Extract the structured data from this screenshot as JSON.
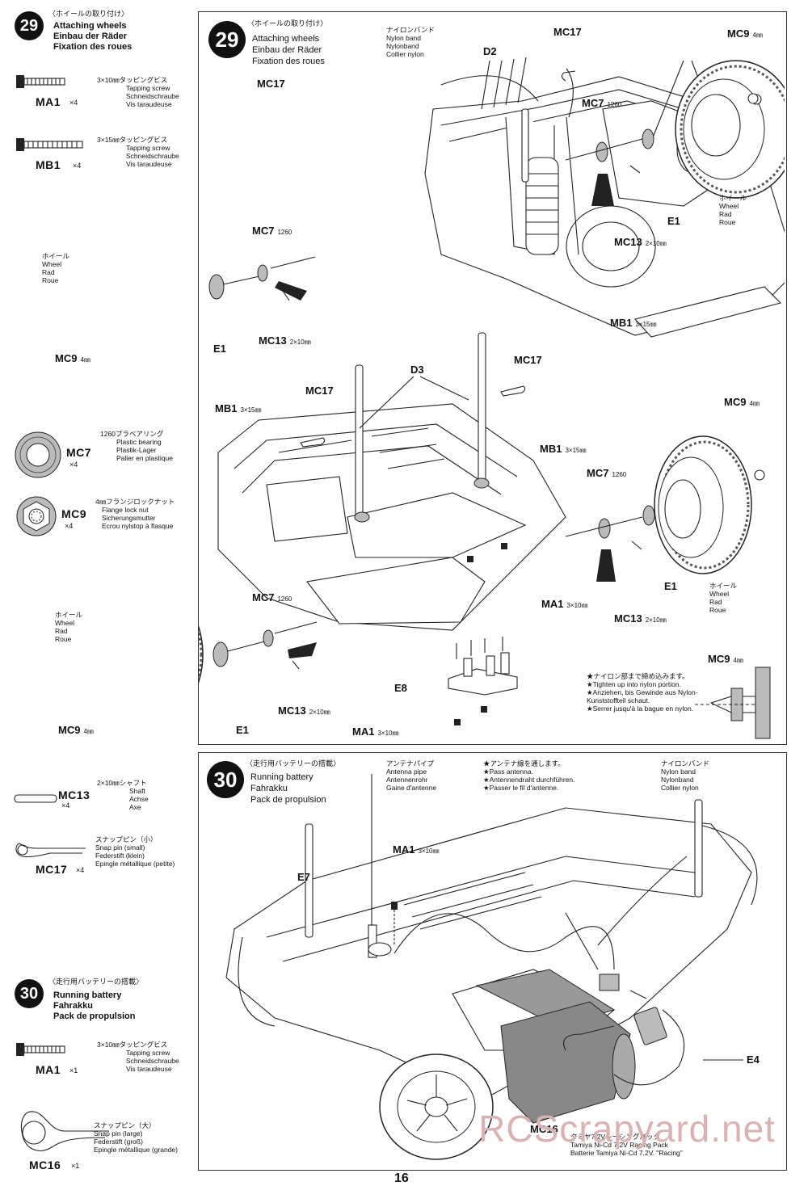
{
  "sidebar": {
    "step29": {
      "number": "29",
      "jp_title": "〈ホイールの取り付け〉",
      "title_en": "Attaching wheels",
      "title_de": "Einbau der Räder",
      "title_fr": "Fixation des roues",
      "parts": [
        {
          "code": "MA1",
          "qty": "×4",
          "jp": "3×10㎜タッピングビス",
          "en": "Tapping screw",
          "de": "Schneidschraube",
          "fr": "Vis taraudeuse"
        },
        {
          "code": "MB1",
          "qty": "×4",
          "jp": "3×15㎜タッピングビス",
          "en": "Tapping screw",
          "de": "Schneidschraube",
          "fr": "Vis taraudeuse"
        },
        {
          "code": "MC7",
          "qty": "×4",
          "jp": "1260プラベアリング",
          "en": "Plastic bearing",
          "de": "Plastik-Lager",
          "fr": "Palier en plastique"
        },
        {
          "code": "MC9",
          "qty": "×4",
          "jp": "4㎜フランジロックナット",
          "en": "Flange lock nut",
          "de": "Sicherungsmutter",
          "fr": "Ecrou nylstop à flasque"
        },
        {
          "code": "MC13",
          "qty": "×4",
          "jp": "2×10㎜シャフト",
          "en": "Shaft",
          "de": "Achse",
          "fr": "Axe"
        },
        {
          "code": "MC17",
          "qty": "×4",
          "jp": "スナップピン（小）",
          "en": "Snap pin (small)",
          "de": "Federstift (klein)",
          "fr": "Epingle métallique (petite)"
        }
      ]
    },
    "step30": {
      "number": "30",
      "jp_title": "〈走行用バッテリーの搭載〉",
      "title_en": "Running battery",
      "title_de": "Fahrakku",
      "title_fr": "Pack de propulsion",
      "parts": [
        {
          "code": "MA1",
          "qty": "×1",
          "jp": "3×10㎜タッピングビス",
          "en": "Tapping screw",
          "de": "Schneidschraube",
          "fr": "Vis taraudeuse"
        },
        {
          "code": "MC16",
          "qty": "×1",
          "jp": "スナップピン（大）",
          "en": "Snap pin (large)",
          "de": "Federstift (groß)",
          "fr": "Epingle métallique (grande)"
        }
      ]
    }
  },
  "panel29": {
    "number": "29",
    "jp_title": "〈ホイールの取り付け〉",
    "title_en": "Attaching wheels",
    "title_de": "Einbau der Räder",
    "title_fr": "Fixation des roues",
    "nylon_jp": "ナイロンバンド",
    "nylon_en": "Nylon band",
    "nylon_de": "Nylonband",
    "nylon_fr": "Collier nylon",
    "labels": {
      "mc17_a": "MC17",
      "d2": "D2",
      "mc17_b": "MC17",
      "mc7_a": "MC7",
      "mc7_a_sz": "1260",
      "mc9_a": "MC9",
      "mc9_a_sz": "4㎜",
      "mc7_b": "MC7",
      "mc7_b_sz": "1260",
      "e1_a": "E1",
      "mc13_a": "MC13",
      "mc13_a_sz": "2×10㎜",
      "mc13_b": "MC13",
      "mc13_b_sz": "2×10㎜",
      "e1_b": "E1",
      "mb1_a": "MB1",
      "mb1_a_sz": "3×15㎜",
      "mc9_b": "MC9",
      "mc9_b_sz": "4㎜",
      "d3": "D3",
      "mc17_c": "MC17",
      "mc17_d": "MC17",
      "mb1_b": "MB1",
      "mb1_b_sz": "3×15㎜",
      "mb1_c": "MB1",
      "mb1_c_sz": "3×15㎜",
      "mc9_c": "MC9",
      "mc9_c_sz": "4㎜",
      "mc7_c": "MC7",
      "mc7_c_sz": "1260",
      "e1_c": "E1",
      "mc13_c": "MC13",
      "mc13_c_sz": "2×10㎜",
      "mc7_d": "MC7",
      "mc7_d_sz": "1260",
      "ma1_a": "MA1",
      "ma1_a_sz": "3×10㎜",
      "e8": "E8",
      "mc13_d": "MC13",
      "mc13_d_sz": "2×10㎜",
      "mc9_d": "MC9",
      "mc9_d_sz": "4㎜",
      "e1_d": "E1",
      "ma1_b": "MA1",
      "ma1_b_sz": "3×10㎜",
      "mc9_e": "MC9",
      "mc9_e_sz": "4㎜"
    },
    "wheel_jp": "ホイール",
    "wheel_en": "Wheel",
    "wheel_de": "Rad",
    "wheel_fr": "Roue",
    "note": {
      "jp": "★ナイロン部まで締め込みます。",
      "en": "★Tighten up into nylon portion.",
      "de": "★Anziehen, bis Gewinde aus Nylon-Kunststoffteil schaut.",
      "fr": "★Serrer jusqu'à la bague en nylon."
    }
  },
  "panel30": {
    "number": "30",
    "jp_title": "〈走行用バッテリーの搭載〉",
    "title_en": "Running battery",
    "title_de": "Fahrakku",
    "title_fr": "Pack de propulsion",
    "antenna_jp": "アンテナパイプ",
    "antenna_en": "Antenna pipe",
    "antenna_de": "Antennenrohr",
    "antenna_fr": "Gaine d'antenne",
    "pass_jp": "★アンテナ線を通します。",
    "pass_en": "★Pass antenna.",
    "pass_de": "★Antennendraht durchführen.",
    "pass_fr": "★Passer le fil d'antenne.",
    "nylon_jp": "ナイロンバンド",
    "nylon_en": "Nylon band",
    "nylon_de": "Nylonband",
    "nylon_fr": "Collier nylon",
    "labels": {
      "ma1": "MA1",
      "ma1_sz": "3×10㎜",
      "e7": "E7",
      "e4": "E4",
      "mc16": "MC16"
    },
    "battery_jp": "タミヤ7.2Vレーシングパック",
    "battery_en": "Tamiya Ni-Cd 7.2V Racing Pack",
    "battery_de": "Batterie Tamiya Ni-Cd 7,2V. \"Racing\""
  },
  "watermark": "RCScrapyard.net",
  "page_number": "16"
}
